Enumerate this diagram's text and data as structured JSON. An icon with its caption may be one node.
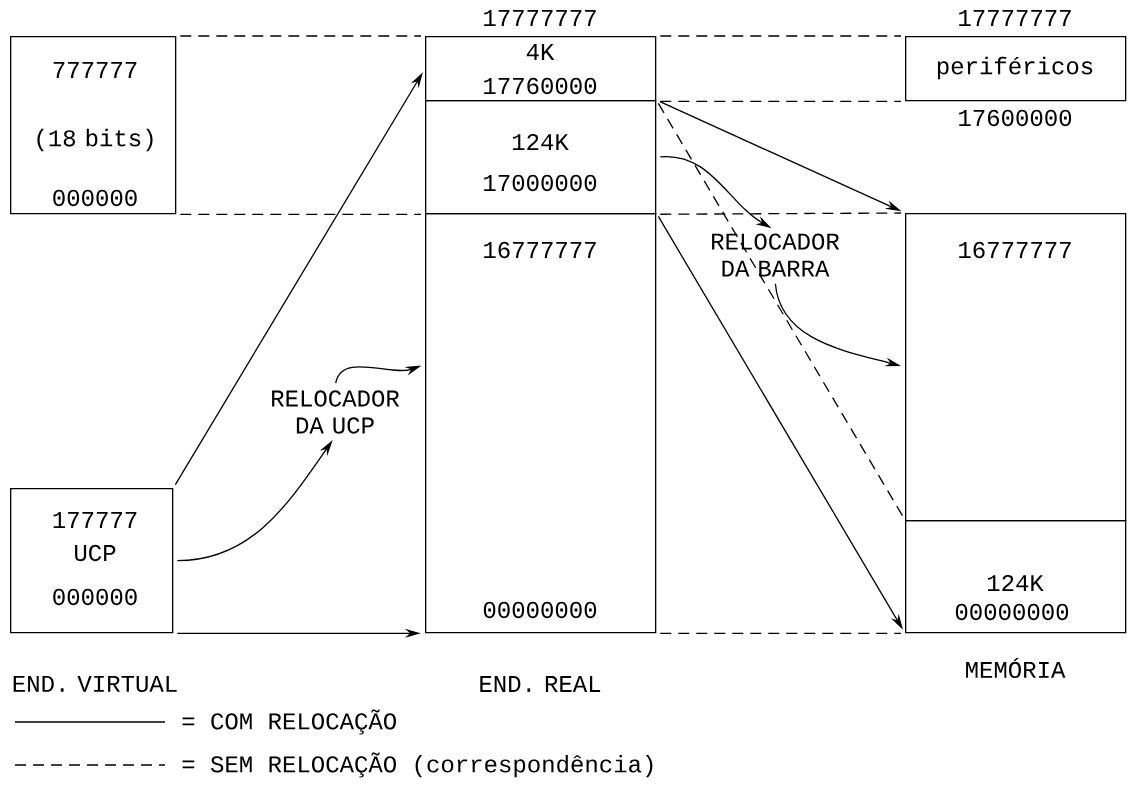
{
  "diagram": {
    "nodes": [
      {
        "text": [
          "777777",
          "(18 bits)",
          "000000"
        ]
      },
      {
        "text": [
          "177777",
          "UCP",
          "000000"
        ],
        "beside": [
          "END. VIRTUAL"
        ]
      },
      {
        "text": [
          "4K",
          "17760000"
        ],
        "beside": [
          "17777777"
        ]
      },
      {
        "text": [
          "124K",
          "17000000"
        ]
      },
      {
        "text": [
          "16777777",
          "00000000"
        ],
        "beside": [
          "END. REAL"
        ]
      },
      {
        "text": [
          "periféricos"
        ],
        "beside": [
          "17777777",
          "17600000"
        ]
      },
      {
        "text": [
          "16777777"
        ]
      },
      {
        "text": [
          "124K",
          "00000000"
        ],
        "beside": [
          "MEMÓRIA"
        ]
      },
      {
        "text": [
          "RELOCADOR DA UCP"
        ]
      },
      {
        "text": [
          "RELOCADOR DA BARRA"
        ]
      }
    ],
    "edges": [
      {
        "from": 1,
        "to": 2,
        "arrow": "to"
      },
      {
        "from": 1,
        "to": 8,
        "arrow": "to"
      },
      {
        "from": 8,
        "to": 4,
        "arrow": "to"
      },
      {
        "from": 1,
        "to": 4,
        "arrow": "to"
      },
      {
        "from": 3,
        "to": 6,
        "arrow": "to"
      },
      {
        "from": 3,
        "to": 9,
        "arrow": "to"
      },
      {
        "from": 9,
        "to": 6,
        "arrow": "to"
      },
      {
        "from": 4,
        "to": 7,
        "arrow": "to"
      },
      {
        "from": 3,
        "to": 7,
        "arrow": "none",
        "style": "dashed"
      },
      {
        "from": 0,
        "to": 2,
        "arrow": "none",
        "style": "dashed"
      },
      {
        "from": 0,
        "to": 3,
        "arrow": "none",
        "style": "dashed"
      },
      {
        "from": 2,
        "to": 5,
        "arrow": "none",
        "style": "dashed"
      },
      {
        "from": 2,
        "to": 5,
        "arrow": "none",
        "style": "dashed"
      },
      {
        "from": 3,
        "to": 6,
        "arrow": "none",
        "style": "dashed"
      },
      {
        "from": 4,
        "to": 7,
        "arrow": "none",
        "style": "dashed"
      }
    ],
    "legend": [
      {
        "text": "= COM RELOCAÇÃO"
      },
      {
        "text": "= SEM RELOCAÇÃO (correspondência)"
      }
    ]
  }
}
